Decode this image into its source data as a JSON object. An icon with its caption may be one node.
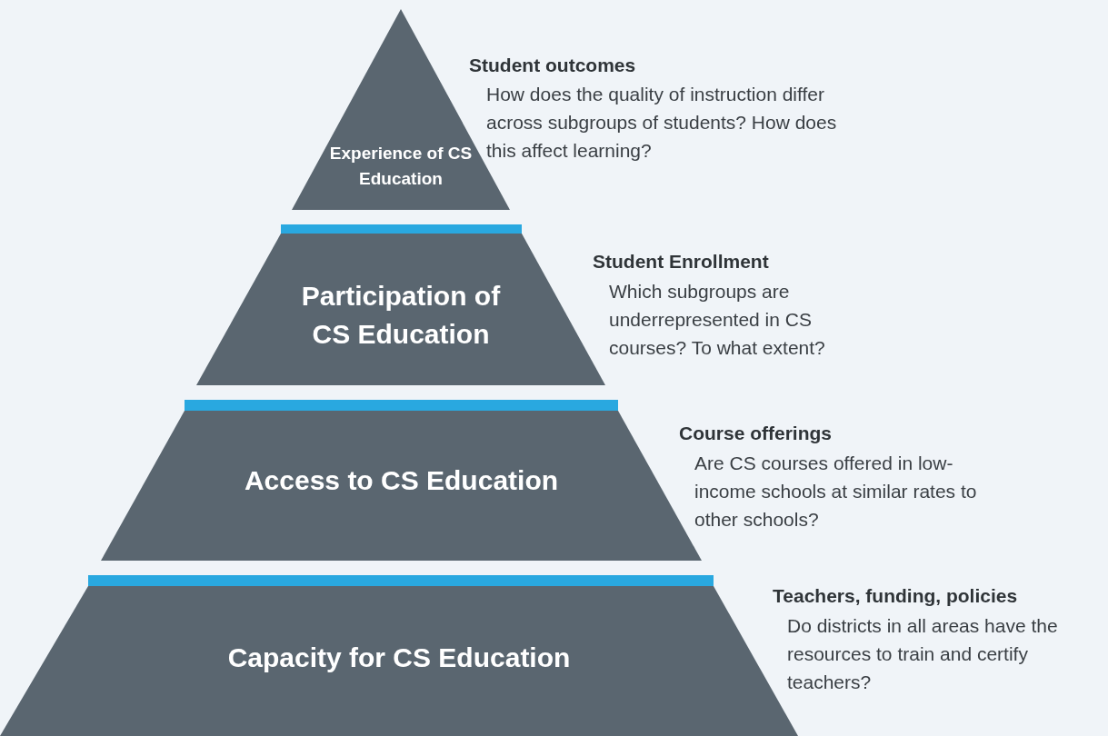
{
  "diagram": {
    "nodes": [
      {
        "text": [
          "Experience of CS Education"
        ],
        "beside": [
          "Student outcomes",
          "How does the quality of instruction differ across subgroups of students? How does this affect learning?"
        ]
      },
      {
        "text": [
          "Participation of CS Education"
        ],
        "beside": [
          "Student Enrollment",
          "Which subgroups are underrepresented in CS courses? To what extent?"
        ]
      },
      {
        "text": [
          "Access to CS Education"
        ],
        "beside": [
          "Course offerings",
          "Are CS courses offered in low-income schools at similar rates to other schools?"
        ]
      },
      {
        "text": [
          "Capacity for CS Education"
        ],
        "beside": [
          "Teachers, funding, policies",
          "Do districts in all areas have the resources to train and certify teachers?"
        ]
      }
    ],
    "edges": []
  }
}
